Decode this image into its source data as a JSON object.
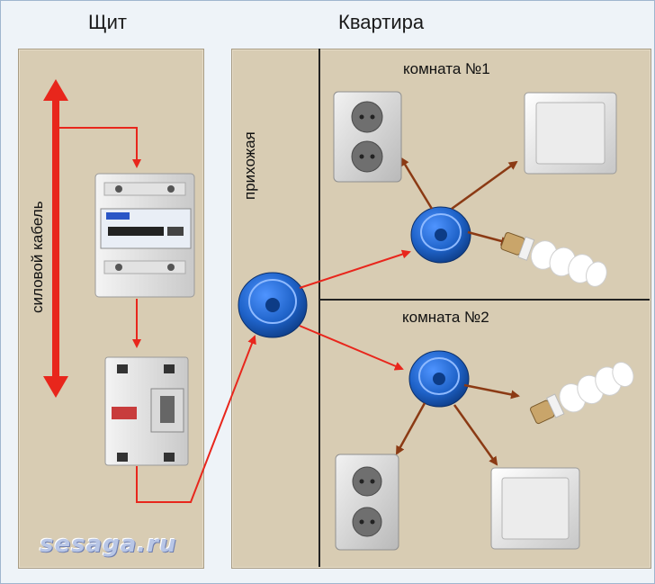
{
  "headings": {
    "panel": "Щит",
    "apartment": "Квартира"
  },
  "labels": {
    "cable": "силовой кабель",
    "hallway": "прихожая",
    "room1": "комната №1",
    "room2": "комната №2"
  },
  "watermark": "sesaga.ru",
  "colors": {
    "cable_red": "#e8261c",
    "branch_brown": "#8b3a14",
    "panel_bg": "#d8ccb3",
    "box_blue": "#1f63c9"
  },
  "components": {
    "meter": "electric-meter",
    "rcd": "rcd-breaker",
    "junction_box": "junction-box",
    "socket": "power-socket",
    "switch": "light-switch",
    "lamp": "cfl-lamp"
  }
}
